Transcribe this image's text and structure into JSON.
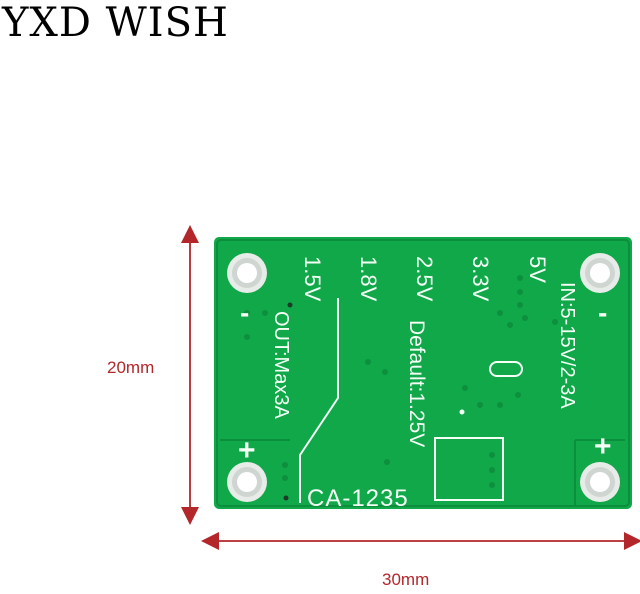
{
  "brand": "YXD WISH",
  "dimensions": {
    "height_label": "20mm",
    "width_label": "30mm",
    "arrow_color": "#b3262a"
  },
  "board": {
    "color": "#11a84a",
    "silkscreen_color": "#f4fff6",
    "voltages": [
      "1.5V",
      "1.8V",
      "2.5V",
      "3.3V",
      "5V"
    ],
    "input_label": "IN:5-15V/2-3A",
    "output_label": "OUT:Max3A",
    "default_label": "Default:1.25V",
    "model": "CA-1235",
    "plus_left": "+",
    "plus_right": "+",
    "minus_left": "-",
    "minus_right": "-"
  }
}
